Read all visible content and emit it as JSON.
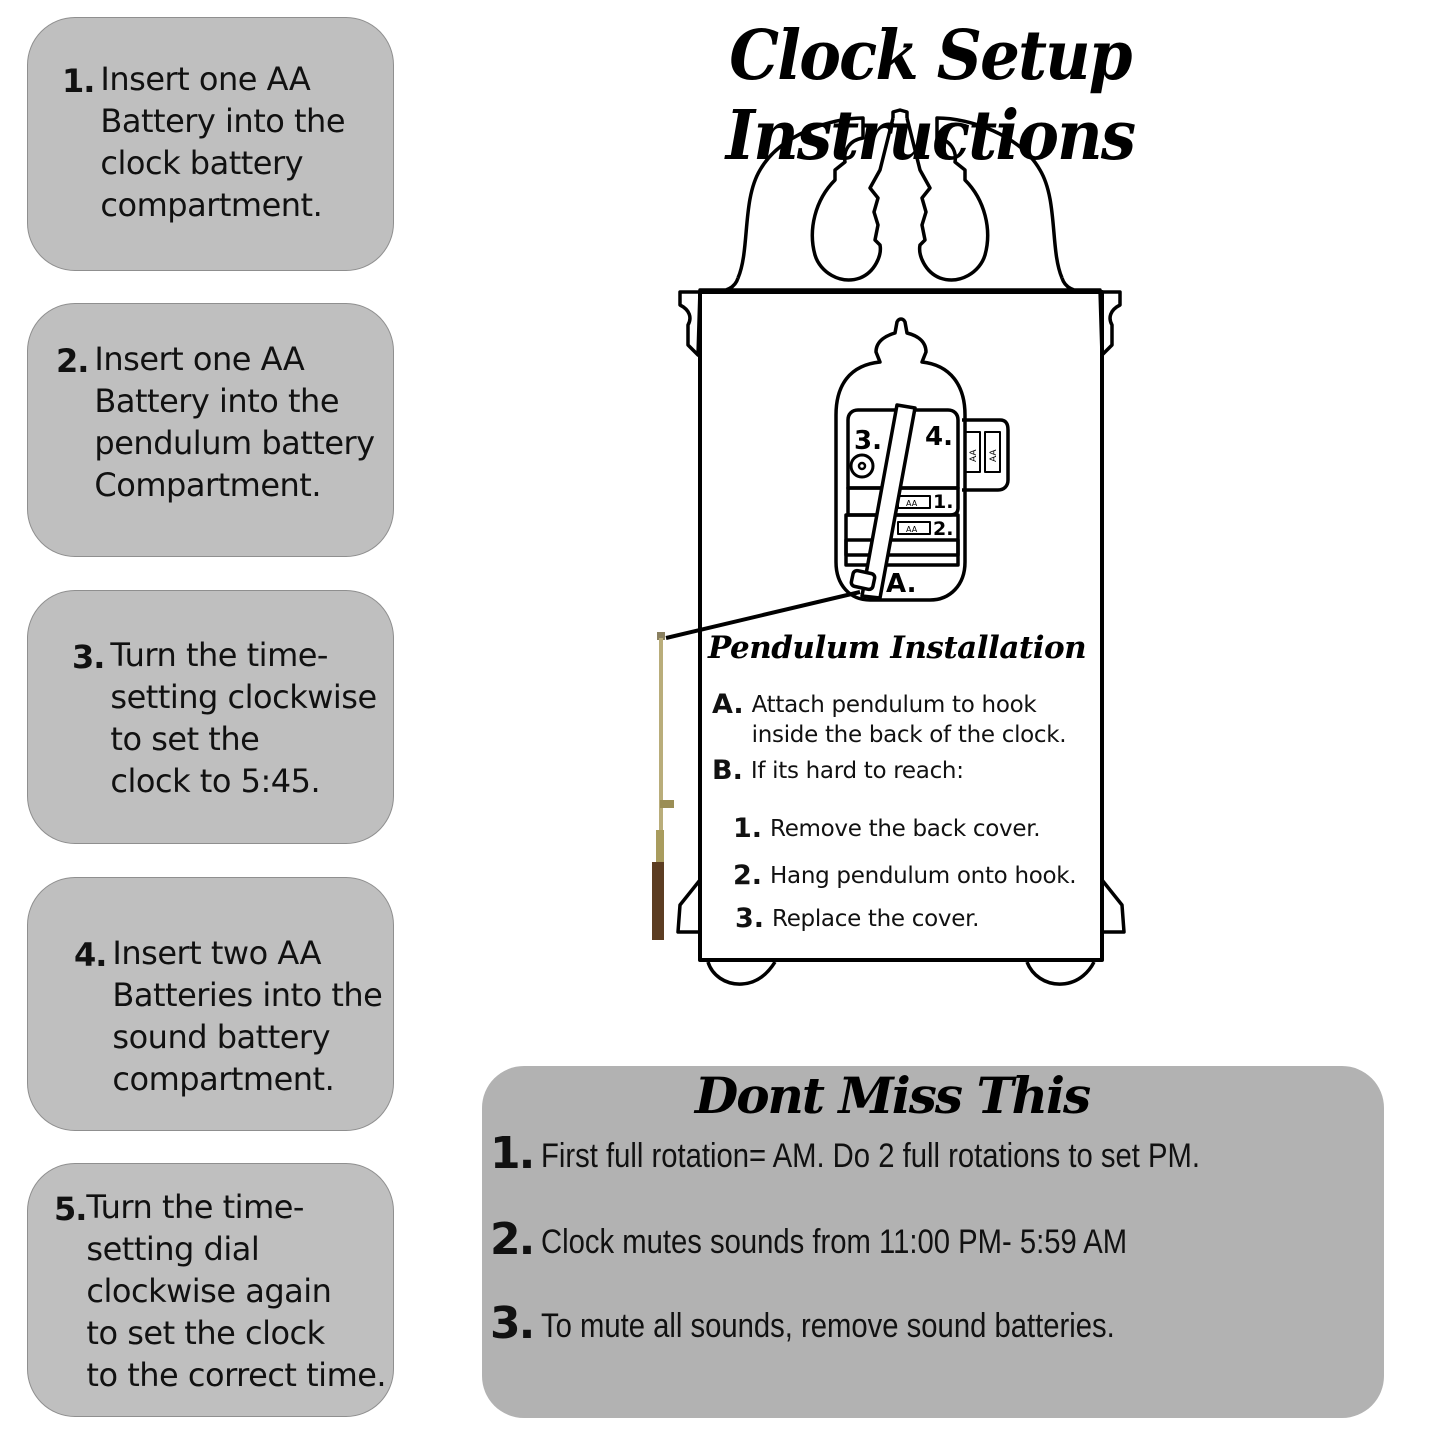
{
  "title": "Clock Setup Instructions",
  "steps": [
    {
      "number": "1.",
      "text": "Insert one AA\nBattery into the\nclock battery\ncompartment."
    },
    {
      "number": "2.",
      "text": "Insert one AA\nBattery into the\npendulum battery\nCompartment."
    },
    {
      "number": "3.",
      "text": "Turn the time-\nsetting clockwise\nto set the\nclock to 5:45."
    },
    {
      "number": "4.",
      "text": "Insert two AA\nBatteries into the\nsound battery\ncompartment."
    },
    {
      "number": "5.",
      "text": "Turn the time-\nsetting dial\nclockwise again\nto set the clock\nto the correct time."
    }
  ],
  "diagram": {
    "labels": {
      "three": "3.",
      "four": "4.",
      "one": "1.",
      "two": "2.",
      "a": "A."
    },
    "battery_label": "AA"
  },
  "pendulum": {
    "title": "Pendulum Installation",
    "a": {
      "letter": "A.",
      "text": "Attach pendulum to hook\ninside the back of the clock."
    },
    "b": {
      "letter": "B.",
      "text": "If its hard to reach:"
    },
    "substeps": [
      {
        "number": "1.",
        "text": "Remove the back cover."
      },
      {
        "number": "2.",
        "text": "Hang pendulum onto hook."
      },
      {
        "number": "3.",
        "text": "Replace the cover."
      }
    ]
  },
  "dont_miss": {
    "title": "Dont Miss This",
    "items": [
      {
        "number": "1.",
        "text": "First full rotation= AM. Do 2 full rotations to set PM."
      },
      {
        "number": "2.",
        "text": "Clock mutes sounds from 11:00 PM- 5:59 AM"
      },
      {
        "number": "3.",
        "text": "To mute all sounds, remove sound batteries."
      }
    ]
  },
  "colors": {
    "card_bg": "#bfbfbf",
    "notice_bg": "#b2b2b2",
    "ink": "#000000"
  }
}
